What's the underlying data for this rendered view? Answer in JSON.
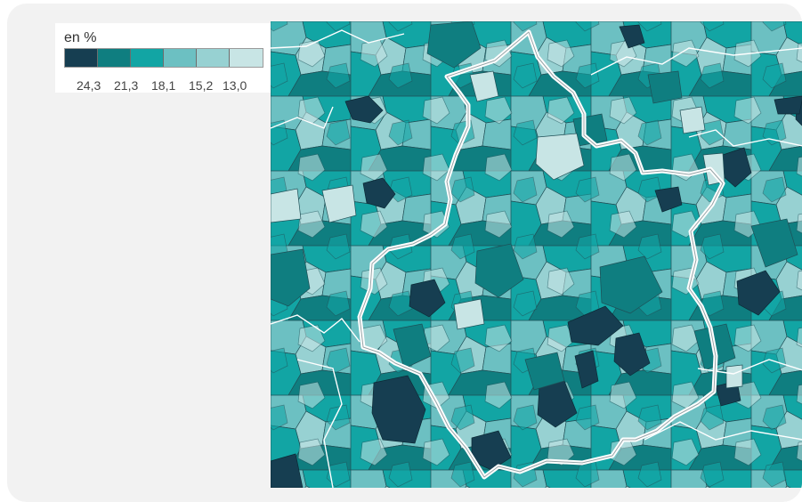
{
  "legend": {
    "title": "en %",
    "breaks": [
      "24,3",
      "21,3",
      "18,1",
      "15,2",
      "13,0"
    ],
    "colors": [
      "#163e51",
      "#0f7e80",
      "#12a5a4",
      "#6cc0c2",
      "#97d1d2",
      "#c8e5e5"
    ]
  },
  "map": {
    "fill_default": "#2aa6a6",
    "boundary_color": "#ffffff"
  }
}
